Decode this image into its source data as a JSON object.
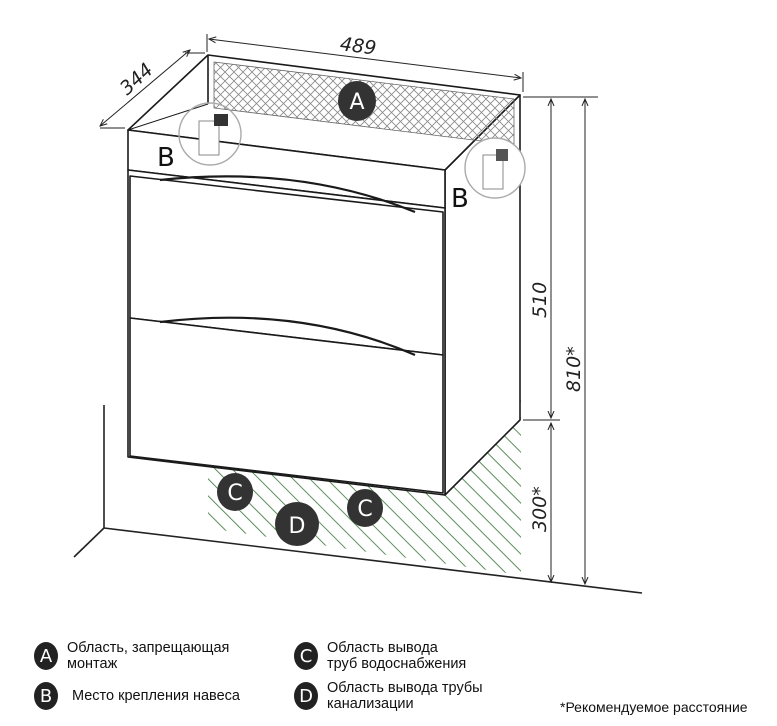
{
  "dimensions": {
    "width": "489",
    "depth": "344",
    "cabinet_height": "510",
    "total_height": "810*",
    "floor_height": "300*"
  },
  "zones": {
    "a": "A",
    "b_left": "B",
    "b_right": "B",
    "c_left": "C",
    "c_right": "C",
    "d": "D"
  },
  "legend": {
    "a": {
      "letter": "A",
      "text": "Область, запрещающая\nмонтаж"
    },
    "b": {
      "letter": "B",
      "text": "Место крепления навеса"
    },
    "c": {
      "letter": "C",
      "text": "Область вывода\nтруб водоснабжения"
    },
    "d": {
      "letter": "D",
      "text": "Область вывода трубы\nканализации"
    }
  },
  "note": "*Рекомендуемое расстояние",
  "colors": {
    "line": "#1a1a1a",
    "hatch_green": "#5c8f5c",
    "crosshatch": "#888888",
    "marker": "#333333"
  }
}
